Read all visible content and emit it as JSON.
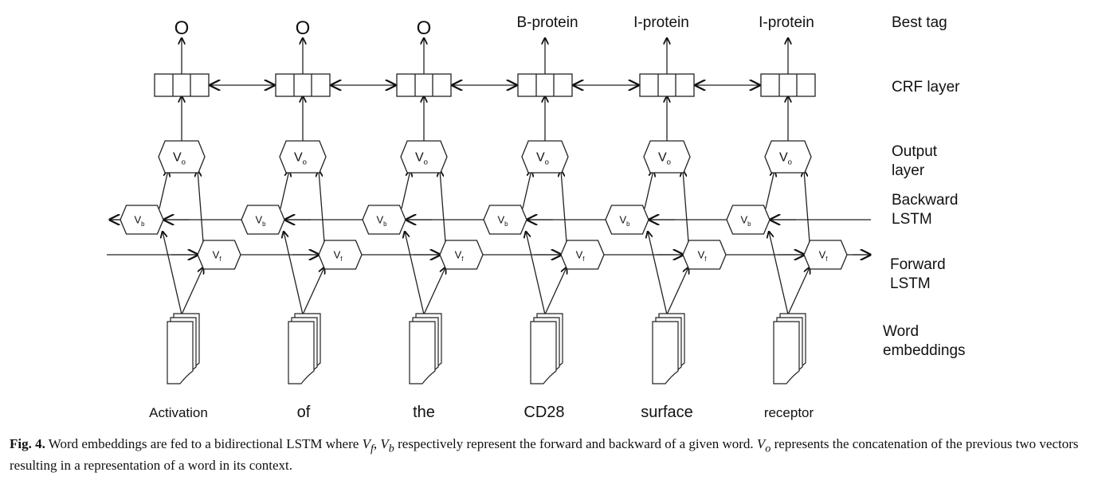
{
  "tokens": [
    "Activation",
    "of",
    "the",
    "CD28",
    "surface",
    "receptor"
  ],
  "tags": [
    "O",
    "O",
    "O",
    "B-protein",
    "I-protein",
    "I-protein"
  ],
  "layers": {
    "best_tag": "Best tag",
    "crf": "CRF layer",
    "output_l1": "Output",
    "output_l2": "layer",
    "backward_l1": "Backward",
    "backward_l2": "LSTM",
    "forward_l1": "Forward",
    "forward_l2": "LSTM",
    "embed_l1": "Word",
    "embed_l2": "embeddings"
  },
  "nodes": {
    "vo_main": "V",
    "vo_sub": "o",
    "vb_main": "V",
    "vb_sub": "b",
    "vf_main": "V",
    "vf_sub": "f"
  },
  "caption": {
    "label": "Fig. 4.",
    "t1": " Word embeddings are fed to a bidirectional LSTM where ",
    "vf": "V",
    "vf_sub": "f",
    "comma": ", ",
    "vb": "V",
    "vb_sub": "b",
    "t2": " respectively represent the forward and backward of a given word. ",
    "vo": "V",
    "vo_sub": "o",
    "t3": " represents the concatenation of the previous two vectors resulting in a representation of a word in its context."
  }
}
